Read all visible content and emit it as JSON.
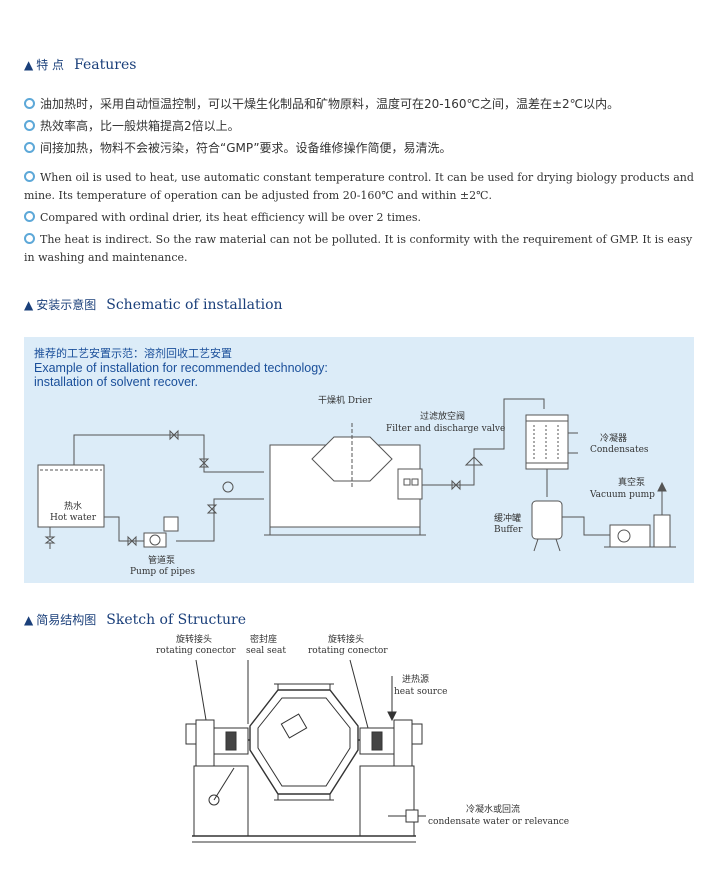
{
  "features": {
    "title_cn": "特 点",
    "title_en": "Features",
    "bullets_cn": [
      "油加热时，采用自动恒温控制，可以干燥生化制品和矿物原料，温度可在20-160℃之间，温差在±2℃以内。",
      "热效率高，比一般烘箱提高2倍以上。",
      "间接加热，物料不会被污染，符合“GMP”要求。设备维修操作简便，易清洗。"
    ],
    "bullets_en": [
      "When oil is used to heat, use automatic constant temperature control. It can be used for drying biology products and mine. Its temperature of operation can be adjusted from 20-160℃ and within ±2℃.",
      "Compared with ordinal drier, its heat efficiency will be over 2 times.",
      "The heat is indirect. So the raw material can not be polluted. It is conformity with the requirement of GMP. It is easy in washing and maintenance."
    ]
  },
  "schematic": {
    "title_cn": "安装示意图",
    "title_en": "Schematic of installation",
    "panel_title_cn": "推荐的工艺安置示范：溶剂回收工艺安置",
    "panel_title_en_1": "Example of installation for recommended technology:",
    "panel_title_en_2": "installation of solvent recover.",
    "labels": {
      "drier": "干燥机 Drier",
      "filter_cn": "过滤放空阀",
      "filter_en": "Filter and discharge valve",
      "condenser_cn": "冷凝器",
      "condenser_en": "Condensates",
      "hot_water_cn": "热水",
      "hot_water_en": "Hot water",
      "pump_cn": "管道泵",
      "pump_en": "Pump of pipes",
      "buffer_cn": "缓冲罐",
      "buffer_en": "Buffer",
      "vacuum_cn": "真空泵",
      "vacuum_en": "Vacuum pump"
    }
  },
  "structure": {
    "title_cn": "简易结构图",
    "title_en": "Sketch of Structure",
    "labels": {
      "rot_left_cn": "旋转接头",
      "rot_left_en": "rotating conector",
      "seal_cn": "密封座",
      "seal_en": "seal seat",
      "rot_right_cn": "旋转接头",
      "rot_right_en": "rotating conector",
      "heat_cn": "进热源",
      "heat_en": "heat source",
      "cond_cn": "冷凝水或回流",
      "cond_en": "condensate water or relevance"
    }
  },
  "colors": {
    "accent": "#1a3f7a",
    "bullet": "#5da8d8",
    "panel": "#dcecf8",
    "line": "#555555"
  }
}
